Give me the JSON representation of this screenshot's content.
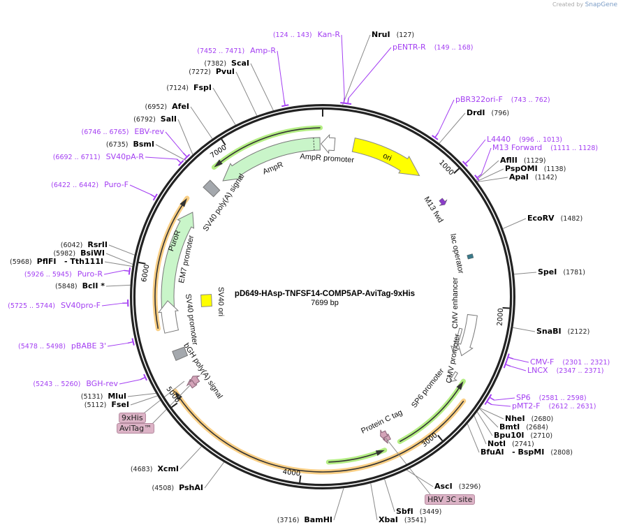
{
  "watermark": {
    "prefix": "Created by",
    "brand": "SnapGene"
  },
  "plasmid": {
    "name": "pD649-HAsp-TNFSF14-COMP5AP-AviTag-9xHis",
    "length": 7699,
    "length_label": "7699 bp"
  },
  "ticks": [
    1000,
    2000,
    3000,
    4000,
    5000,
    6000,
    7000
  ],
  "enzymes": [
    {
      "name": "NruI",
      "pos": 127
    },
    {
      "name": "DrdI",
      "pos": 796
    },
    {
      "name": "AflII",
      "pos": 1129
    },
    {
      "name": "PspOMI",
      "pos": 1138
    },
    {
      "name": "ApaI",
      "pos": 1142
    },
    {
      "name": "EcoRV",
      "pos": 1482
    },
    {
      "name": "SpeI",
      "pos": 1781
    },
    {
      "name": "SnaBI",
      "pos": 2122
    },
    {
      "name": "NheI",
      "pos": 2680
    },
    {
      "name": "BmtI",
      "pos": 2684
    },
    {
      "name": "Bpu10I",
      "pos": 2710
    },
    {
      "name": "NotI",
      "pos": 2741
    },
    {
      "name": "BfuAI   - BspMI",
      "pos": 2808
    },
    {
      "name": "AscI",
      "pos": 3296
    },
    {
      "name": "SbfI",
      "pos": 3449
    },
    {
      "name": "XbaI",
      "pos": 3541
    },
    {
      "name": "BamHI",
      "pos": 3716
    },
    {
      "name": "PshAI",
      "pos": 4508
    },
    {
      "name": "XcmI",
      "pos": 4683
    },
    {
      "name": "FseI",
      "pos": 5112
    },
    {
      "name": "MluI",
      "pos": 5131
    },
    {
      "name": "BclI *",
      "pos": 5848
    },
    {
      "name": "PflFI   - Tth111I",
      "pos": 5968
    },
    {
      "name": "BsiWI",
      "pos": 5982
    },
    {
      "name": "RsrII",
      "pos": 6042
    },
    {
      "name": "BsmI",
      "pos": 6735
    },
    {
      "name": "SalI",
      "pos": 6792
    },
    {
      "name": "AfeI",
      "pos": 6952
    },
    {
      "name": "FspI",
      "pos": 7124
    },
    {
      "name": "PvuI",
      "pos": 7272
    },
    {
      "name": "ScaI",
      "pos": 7382
    }
  ],
  "primers": [
    {
      "name": "Kan-R",
      "start": 124,
      "end": 143
    },
    {
      "name": "pENTR-R",
      "start": 149,
      "end": 168
    },
    {
      "name": "Amp-R",
      "start": 7452,
      "end": 7471
    },
    {
      "name": "pBR322ori-F",
      "start": 743,
      "end": 762
    },
    {
      "name": "L4440",
      "start": 996,
      "end": 1013
    },
    {
      "name": "M13 Forward",
      "start": 1111,
      "end": 1128
    },
    {
      "name": "CMV-F",
      "start": 2301,
      "end": 2321
    },
    {
      "name": "LNCX",
      "start": 2347,
      "end": 2371
    },
    {
      "name": "SP6",
      "start": 2581,
      "end": 2598
    },
    {
      "name": "pMT2-F",
      "start": 2612,
      "end": 2631
    },
    {
      "name": "BGH-rev",
      "start": 5243,
      "end": 5260
    },
    {
      "name": "pBABE 3'",
      "start": 5478,
      "end": 5498
    },
    {
      "name": "SV40pro-F",
      "start": 5725,
      "end": 5744
    },
    {
      "name": "Puro-R",
      "start": 5926,
      "end": 5945
    },
    {
      "name": "Puro-F",
      "start": 6422,
      "end": 6442
    },
    {
      "name": "SV40pA-R",
      "start": 6692,
      "end": 6711
    },
    {
      "name": "EBV-rev",
      "start": 6746,
      "end": 6765
    }
  ],
  "tags": [
    {
      "name": "9xHis"
    },
    {
      "name": "AviTag™"
    },
    {
      "name": "HRV 3C site"
    }
  ],
  "features": {
    "ampr_promoter": "AmpR promoter",
    "ampr": "AmpR",
    "ori": "ori",
    "m13_fwd": "M13 fwd",
    "lac_operator": "lac operator",
    "cmv_enhancer": "CMV enhancer",
    "cmv_promoter": "CMV promoter",
    "sp6_promoter": "SP6 promoter",
    "protein_c_tag": "Protein C tag",
    "bgh_polya": "bGH poly(A) signal",
    "sv40_promoter": "SV40 promoter",
    "sv40_ori": "SV40 ori",
    "em7_promoter": "EM7 promoter",
    "puror": "PuroR",
    "sv40_polya": "SV40 poly(A) signal"
  },
  "colors": {
    "backbone": "#222222",
    "primer": "#a33ef2",
    "enzyme_line": "#888888",
    "ori": "#ffff00",
    "resistance": "#c9f5c9",
    "orf_green": "#b4ee84",
    "orf_orange": "#f9cf85",
    "terminator": "#a4a8ad",
    "tag": "#d3a3b8",
    "operator": "#3a7a8a",
    "primer_bind": "#8a3cc8"
  }
}
